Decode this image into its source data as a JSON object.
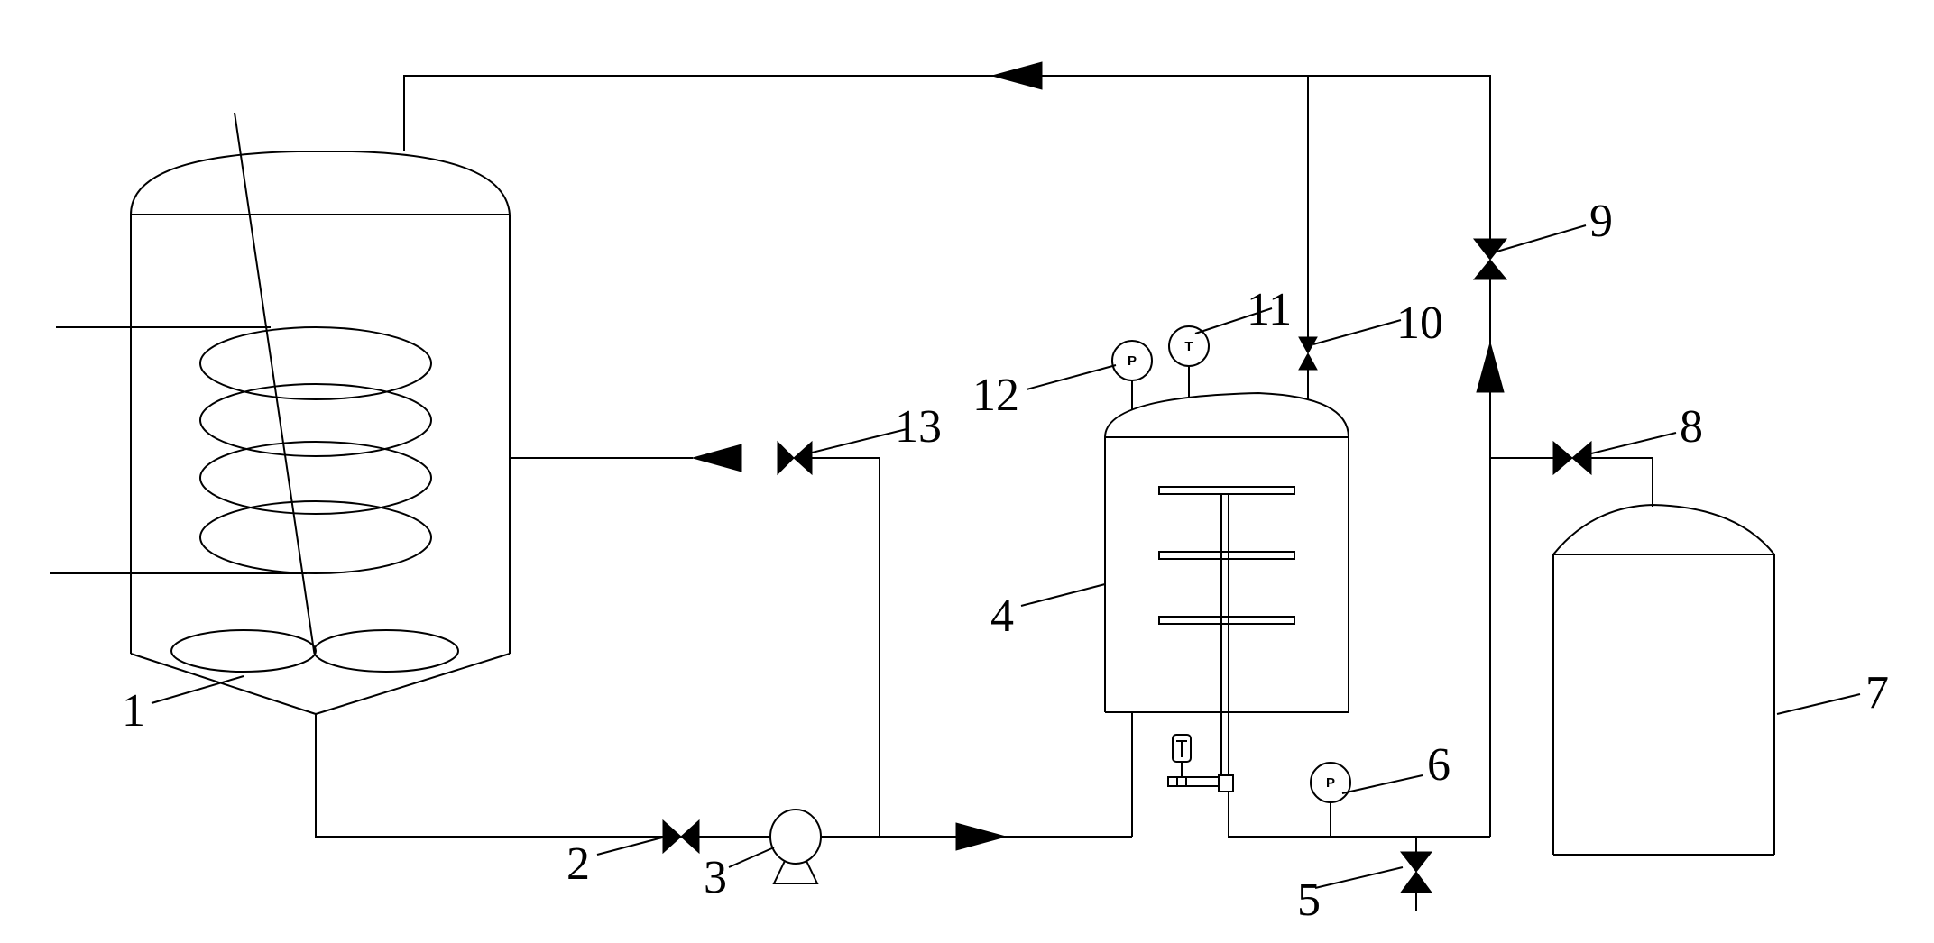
{
  "labels": {
    "l1": "1",
    "l2": "2",
    "l3": "3",
    "l4": "4",
    "l5": "5",
    "l6": "6",
    "l7": "7",
    "l8": "8",
    "l9": "9",
    "l10": "10",
    "l11": "11",
    "l12": "12",
    "l13": "13"
  },
  "gauges": {
    "pressure_top": "P",
    "temperature_top": "T",
    "pressure_bottom": "P"
  }
}
